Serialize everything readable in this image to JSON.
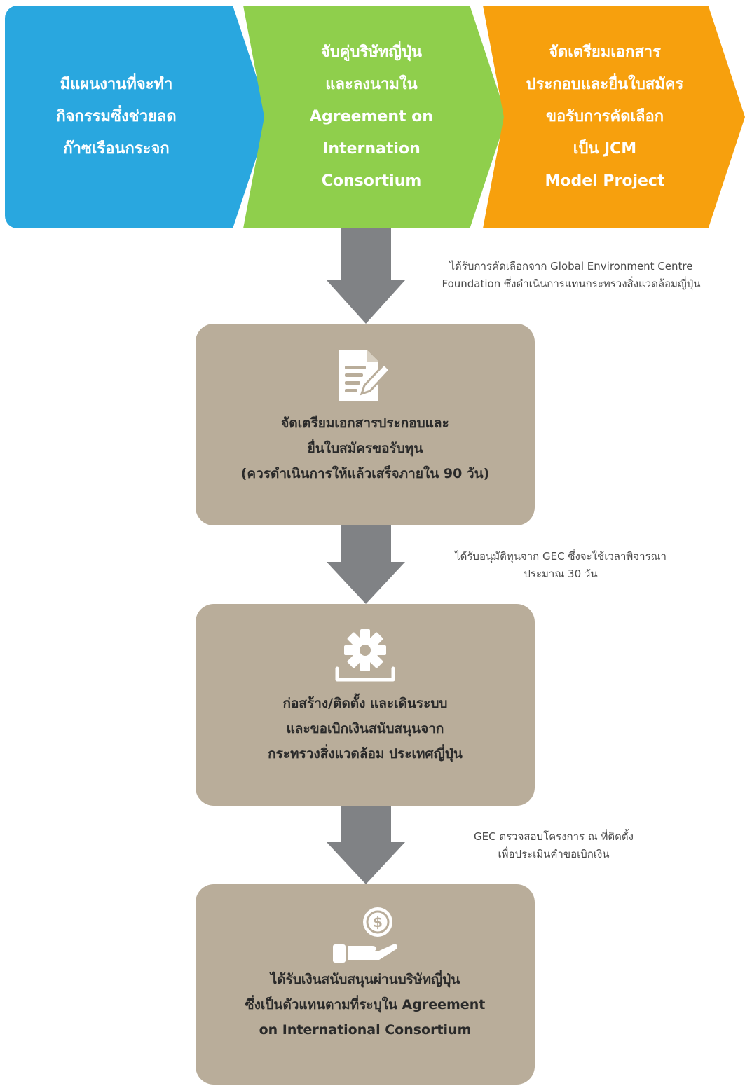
{
  "steps": [
    {
      "text": "มีแผนงานที่จะทำ\nกิจกรรมซึ่งช่วยลด\nก๊าซเรือนกระจก",
      "color": "#29a7df"
    },
    {
      "text": "จับคู่บริษัทญี่ปุ่น\nและลงนามใน\nAgreement on\nInternation\nConsortium",
      "color": "#8fcf4c"
    },
    {
      "text": "จัดเตรียมเอกสาร\nประกอบและยื่นใบสมัคร\nขอรับการคัดเลือก\nเป็น JCM\nModel Project",
      "color": "#f7a00d"
    }
  ],
  "notes": [
    "ได้รับการคัดเลือกจาก Global Environment Centre\nFoundation ซึ่งดำเนินการแทนกระทรวงสิ่งแวดล้อมญี่ปุ่น",
    "ได้รับอนุมัติทุนจาก GEC ซึ่งจะใช้เวลาพิจารณา\nประมาณ 30 วัน",
    "GEC ตรวจสอบโครงการ ณ ที่ติดตั้ง\nเพื่อประเมินคำขอเบิกเงิน"
  ],
  "boxes": [
    {
      "icon": "document-edit-icon",
      "text": "จัดเตรียมเอกสารประกอบและ\nยื่นใบสมัครขอรับทุน\n(ควรดำเนินการให้แล้วเสร็จภายใน 90 วัน)"
    },
    {
      "icon": "gear-install-icon",
      "text": "ก่อสร้าง/ติดตั้ง และเดินระบบ\nและขอเบิกเงินสนับสนุนจาก\nกระทรวงสิ่งแวดล้อม ประเทศญี่ปุ่น"
    },
    {
      "icon": "hand-coin-icon",
      "text": "ได้รับเงินสนับสนุนผ่านบริษัทญี่ปุ่น\nซึ่งเป็นตัวแทนตามที่ระบุใน Agreement\non International Consortium"
    }
  ],
  "colors": {
    "box": "#b9ad9a",
    "arrow": "#808285",
    "icon": "#ffffff"
  }
}
